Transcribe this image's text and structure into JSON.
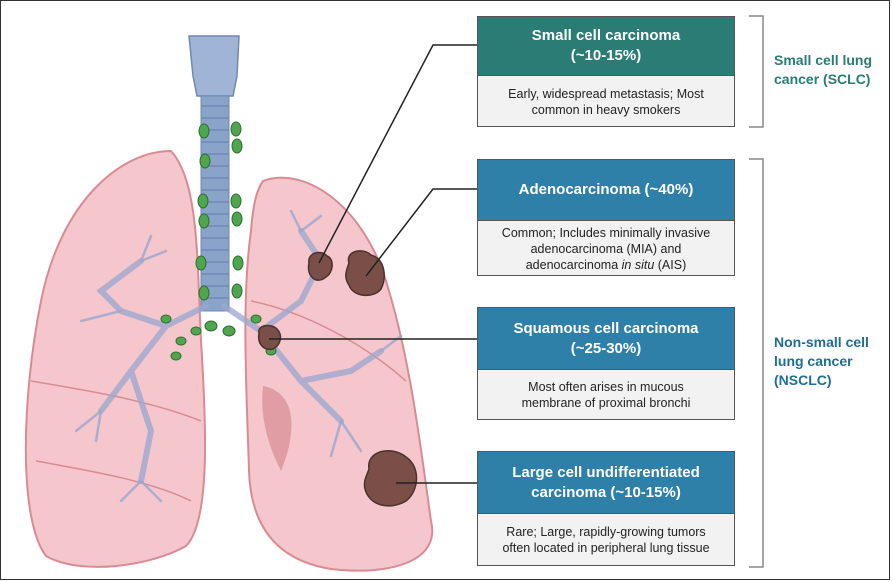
{
  "boxes": [
    {
      "id": "sclc",
      "title_lines": [
        "Small cell carcinoma",
        "(~10-15%)"
      ],
      "desc_lines": [
        "Early, widespread metastasis; Most",
        "common in heavy smokers"
      ],
      "header_color": "#2a7c74"
    },
    {
      "id": "adeno",
      "title_lines": [
        "Adenocarcinoma (~40%)"
      ],
      "desc_lines": [
        "Common; Includes minimally invasive",
        "adenocarcinoma (MIA) and",
        "adenocarcinoma in situ (AIS)"
      ],
      "desc_italic": "in situ",
      "header_color": "#2f80a8"
    },
    {
      "id": "squamous",
      "title_lines": [
        "Squamous cell carcinoma",
        "(~25-30%)"
      ],
      "desc_lines": [
        "Most often arises in mucous",
        "membrane of proximal bronchi"
      ],
      "header_color": "#2f80a8"
    },
    {
      "id": "large",
      "title_lines": [
        "Large cell undifferentiated",
        "carcinoma (~10-15%)"
      ],
      "desc_lines": [
        "Rare; Large, rapidly-growing tumors",
        "often located in peripheral lung tissue"
      ],
      "header_color": "#2f80a8"
    }
  ],
  "groups": {
    "sclc": {
      "lines": [
        "Small cell lung",
        "cancer (SCLC)"
      ],
      "color": "#2a7c74"
    },
    "nsclc": {
      "lines": [
        "Non-small cell",
        "lung cancer",
        "(NSCLC)"
      ],
      "color": "#1f6e93"
    }
  },
  "colors": {
    "lung_fill": "#f5c6cb",
    "lung_edge": "#d98b93",
    "trachea": "#8aa3c9",
    "lymph_node": "#4fa64f",
    "tumor": "#7a4f48",
    "connector": "#222222"
  }
}
